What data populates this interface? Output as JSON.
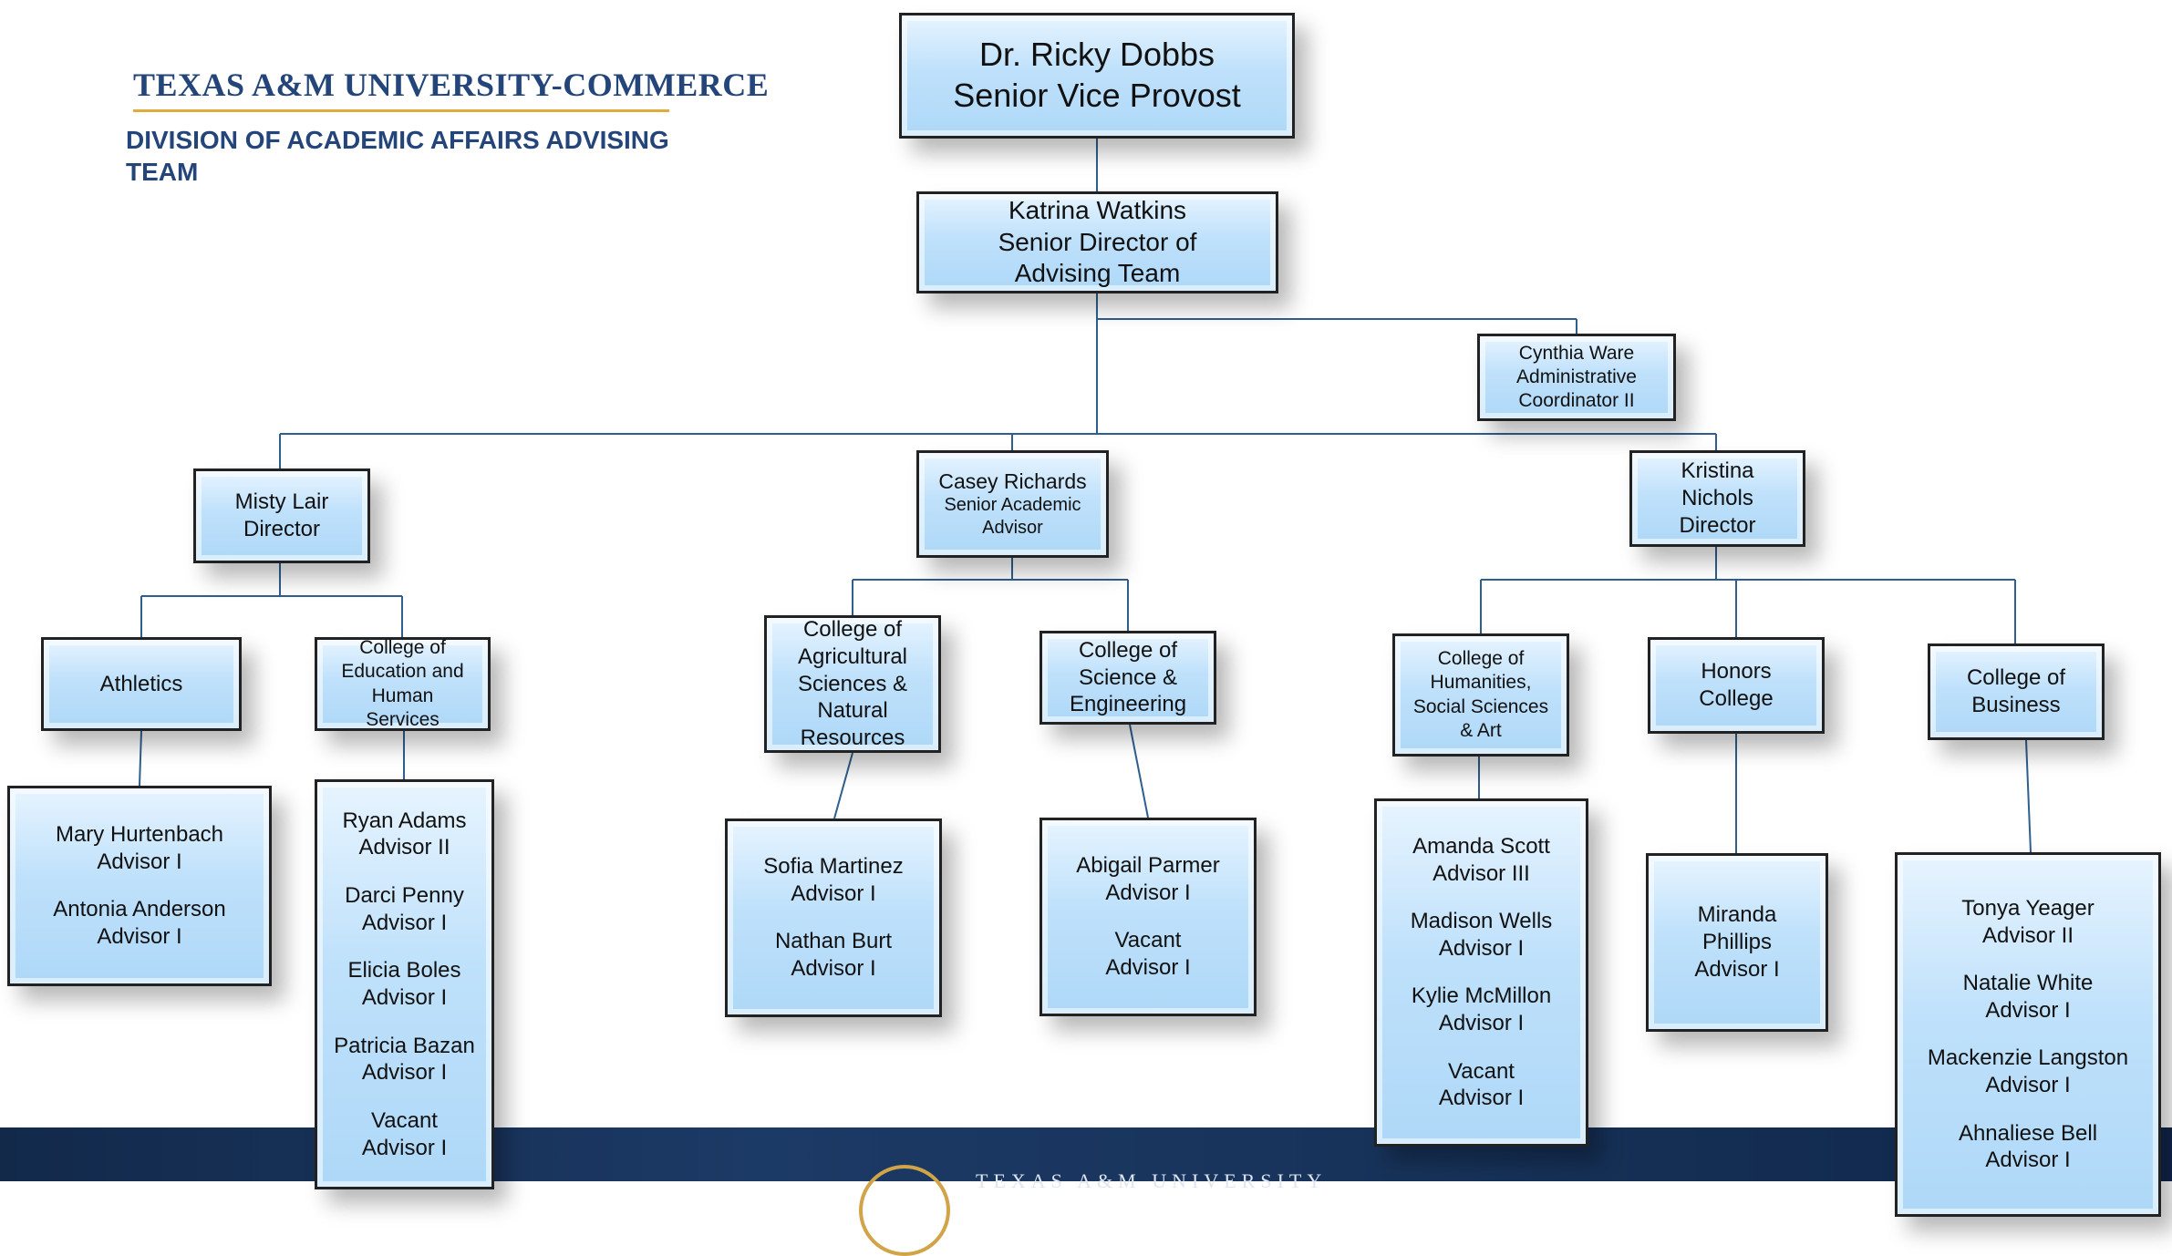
{
  "header": {
    "university_logo_text": "TEXAS A&M UNIVERSITY-COMMERCE",
    "division_title": "DIVISION  OF ACADEMIC AFFAIRS ADVISING TEAM"
  },
  "footer": {
    "university_text": "TEXAS A&M UNIVERSITY"
  },
  "colors": {
    "box_fill": "#bfe1fb",
    "box_border": "#222222",
    "connector": "#2f5f8f",
    "brand_navy": "#23457a",
    "brand_gold": "#e2a93b",
    "footer_background": "#173259"
  },
  "org_chart": {
    "nodes": [
      {
        "id": "dobbs",
        "lines": [
          "Dr. Ricky Dobbs",
          "Senior Vice Provost"
        ]
      },
      {
        "id": "watkins",
        "parent": "dobbs",
        "lines": [
          "Katrina Watkins",
          "Senior Director of",
          "Advising Team"
        ]
      },
      {
        "id": "ware",
        "parent": "watkins",
        "lines": [
          "Cynthia Ware",
          "Administrative",
          "Coordinator II"
        ]
      },
      {
        "id": "lair",
        "parent": "watkins",
        "lines": [
          "Misty Lair",
          "Director"
        ]
      },
      {
        "id": "richards",
        "parent": "watkins",
        "lines": [
          "Casey Richards",
          "Senior Academic",
          "Advisor"
        ]
      },
      {
        "id": "nichols",
        "parent": "watkins",
        "lines": [
          "Kristina",
          "Nichols",
          "Director"
        ]
      },
      {
        "id": "athletics",
        "parent": "lair",
        "lines": [
          "Athletics"
        ]
      },
      {
        "id": "coehs",
        "parent": "lair",
        "lines": [
          "College of",
          "Education and",
          "Human",
          "Services"
        ]
      },
      {
        "id": "agri",
        "parent": "richards",
        "lines": [
          "College of",
          "Agricultural",
          "Sciences &",
          "Natural",
          "Resources"
        ]
      },
      {
        "id": "sci",
        "parent": "richards",
        "lines": [
          "College of",
          "Science &",
          "Engineering"
        ]
      },
      {
        "id": "hum",
        "parent": "nichols",
        "lines": [
          "College of",
          "Humanities,",
          "Social Sciences",
          "& Art"
        ]
      },
      {
        "id": "honors",
        "parent": "nichols",
        "lines": [
          "Honors",
          "College"
        ]
      },
      {
        "id": "business",
        "parent": "nichols",
        "lines": [
          "College of",
          "Business"
        ]
      },
      {
        "id": "ath_staff",
        "parent": "athletics",
        "advisors": [
          {
            "name": "Mary Hurtenbach",
            "title": "Advisor I"
          },
          {
            "name": "Antonia Anderson",
            "title": "Advisor I"
          }
        ]
      },
      {
        "id": "coehs_staff",
        "parent": "coehs",
        "advisors": [
          {
            "name": "Ryan Adams",
            "title": "Advisor II"
          },
          {
            "name": "Darci Penny",
            "title": "Advisor I"
          },
          {
            "name": "Elicia Boles",
            "title": "Advisor I"
          },
          {
            "name": "Patricia Bazan",
            "title": "Advisor I"
          },
          {
            "name": "Vacant",
            "title": "Advisor I"
          }
        ]
      },
      {
        "id": "agri_staff",
        "parent": "agri",
        "advisors": [
          {
            "name": "Sofia Martinez",
            "title": "Advisor I"
          },
          {
            "name": "Nathan Burt",
            "title": "Advisor I"
          }
        ]
      },
      {
        "id": "sci_staff",
        "parent": "sci",
        "advisors": [
          {
            "name": "Abigail Parmer",
            "title": "Advisor I"
          },
          {
            "name": "Vacant",
            "title": "Advisor I"
          }
        ]
      },
      {
        "id": "hum_staff",
        "parent": "hum",
        "advisors": [
          {
            "name": "Amanda Scott",
            "title": "Advisor III"
          },
          {
            "name": "Madison Wells",
            "title": "Advisor I"
          },
          {
            "name": "Kylie McMillon",
            "title": "Advisor I"
          },
          {
            "name": "Vacant",
            "title": "Advisor I"
          }
        ]
      },
      {
        "id": "honors_staff",
        "parent": "honors",
        "lines": [
          "Miranda",
          "Phillips",
          "Advisor I"
        ]
      },
      {
        "id": "business_staff",
        "parent": "business",
        "advisors": [
          {
            "name": "Tonya Yeager",
            "title": "Advisor II"
          },
          {
            "name": "Natalie White",
            "title": "Advisor I"
          },
          {
            "name": "Mackenzie Langston",
            "title": "Advisor I"
          },
          {
            "name": "Ahnaliese Bell",
            "title": "Advisor I"
          }
        ]
      }
    ]
  }
}
